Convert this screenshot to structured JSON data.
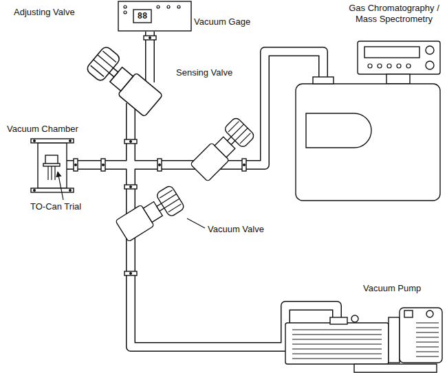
{
  "diagram": {
    "labels": [
      "Vacuum Gage",
      "88",
      "Adjusting Valve",
      "Sensing Valve",
      "Gas Chromatography / Mass Spectrometry",
      "Vacuum Chamber",
      "TO-Can Trial",
      "Vacuum Valve",
      "Vacuum Pump"
    ]
  }
}
